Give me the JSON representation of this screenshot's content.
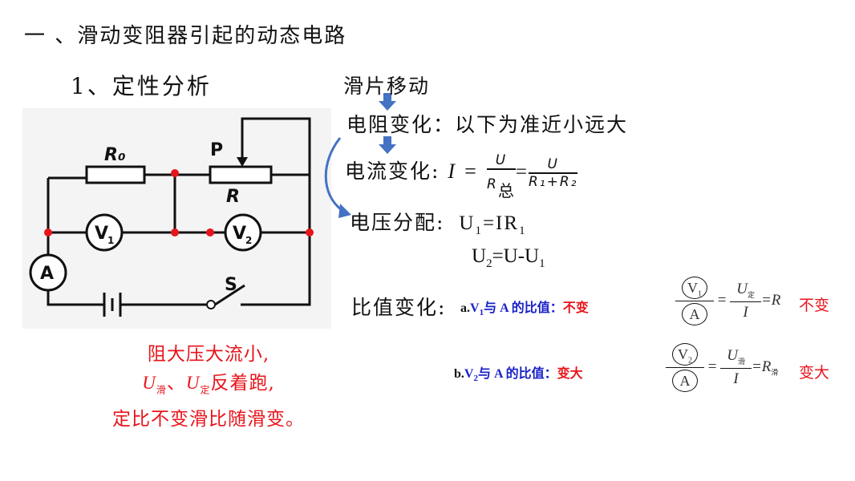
{
  "title": "一 、滑动变阻器引起的动态电路",
  "subtitle": "1、定性分析",
  "circuit": {
    "r0": "R₀",
    "p": "P",
    "r": "R",
    "v1": "V",
    "v1_sub": "1",
    "v2": "V",
    "v2_sub": "2",
    "a": "A",
    "s": "S"
  },
  "steps": {
    "slide_move": "滑片移动",
    "resistance": "电阻变化：以下为准近小远大",
    "current_label": "电流变化:",
    "current_formula": {
      "lhs": "I =",
      "n1": "U",
      "d1": "R",
      "d1_sub": "总",
      "n2": "U",
      "d2": "R₁+R₂",
      "eq": "="
    },
    "voltage_label": "电压分配:",
    "u1": {
      "U": "U",
      "sub": "1",
      "rest": "=IR",
      "sub2": "1"
    },
    "u2": {
      "U": "U",
      "sub": "2",
      "rest": "=U-U",
      "sub2": "1"
    },
    "ratio_label": "比值变化:"
  },
  "ratios": [
    {
      "prefix": "a.",
      "meter": "V",
      "meter_sub": "1",
      "mid": "与 A 的比值：",
      "result": "不变",
      "top": "V",
      "top_sub": "1",
      "bottom": "A",
      "num": "U",
      "num_sub": "定",
      "den": "I",
      "rhs": "=R",
      "rhs_sub": "",
      "final": "不变"
    },
    {
      "prefix": "b.",
      "meter": "V",
      "meter_sub": "2",
      "mid": "与 A 的比值：",
      "result": "变大",
      "top": "V",
      "top_sub": "2",
      "bottom": "A",
      "num": "U",
      "num_sub": "滑",
      "den": "I",
      "rhs": "=R",
      "rhs_sub": "滑",
      "final": "变大"
    }
  ],
  "mnemonic": {
    "line1": "阻大压大流小,",
    "u1": "U",
    "u1_sub": "滑",
    "sep": "、",
    "u2": "U",
    "u2_sub": "定",
    "line2_rest": "反着跑,",
    "line3": "定比不变滑比随滑变。"
  },
  "colors": {
    "red": "#e8141b",
    "blue": "#1a22c8",
    "arrow": "#4472c4"
  }
}
